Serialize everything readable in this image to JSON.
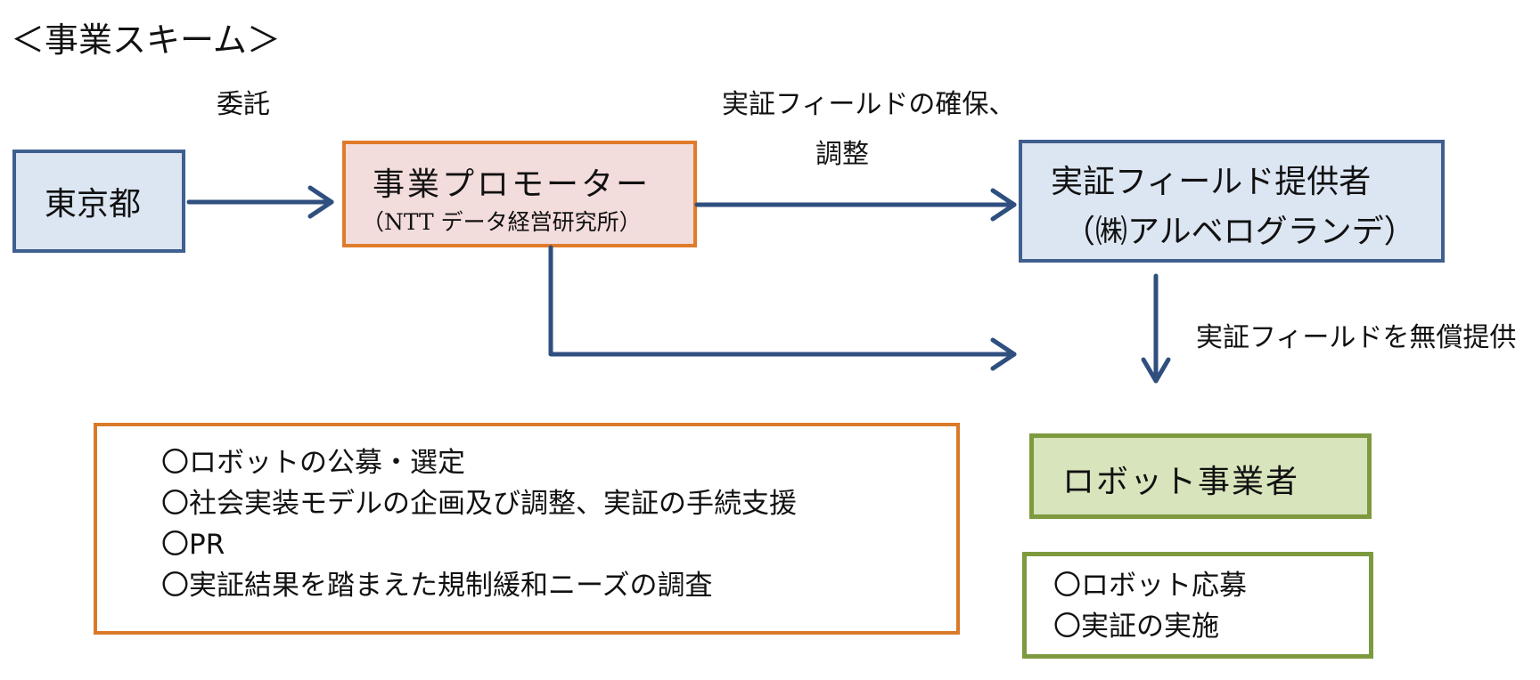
{
  "title": "＜事業スキーム＞",
  "labels": {
    "itaku": "委託",
    "field_secure_1": "実証フィールドの確保、",
    "field_secure_2": "調整",
    "field_free": "実証フィールドを無償提供"
  },
  "nodes": {
    "tokyo": "東京都",
    "promoter_title": "事業プロモーター",
    "promoter_sub": "（NTT データ経営研究所）",
    "provider_title": "実証フィールド提供者",
    "provider_sub": "（㈱アルベログランデ）",
    "robot_biz": "ロボット事業者"
  },
  "promoter_tasks": [
    "〇ロボットの公募・選定",
    "〇社会実装モデルの企画及び調整、実証の手続支援",
    "〇PR",
    "〇実証結果を踏まえた規制緩和ニーズの調査"
  ],
  "robot_tasks": [
    "〇ロボット応募",
    "〇実証の実施"
  ],
  "colors": {
    "arrow": "#2f4f7f",
    "blue_border": "#3f5f8f",
    "blue_fill": "#dce6f2",
    "orange_border": "#e07b2b",
    "pink_fill": "#f3dcdc",
    "green_border": "#7d9a3f",
    "green_fill": "#d8e4bc"
  }
}
